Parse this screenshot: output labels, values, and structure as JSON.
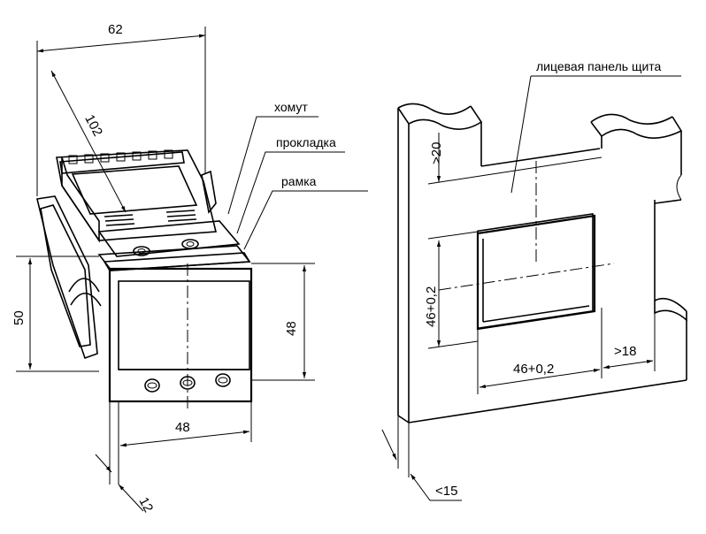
{
  "left_view": {
    "dim_width_top": "62",
    "dim_diagonal": "102",
    "dim_height_left": "50",
    "dim_front_height": "48",
    "dim_front_width": "48",
    "dim_depth": "12",
    "label_clamp": "хомут",
    "label_gasket": "прокладка",
    "label_frame": "рамка"
  },
  "right_view": {
    "label_panel": "лицевая панель щита",
    "dim_top_margin": ">20",
    "dim_cutout_height": "46+0,2",
    "dim_cutout_width": "46+0,2",
    "dim_side_margin": ">18",
    "dim_thickness": "<15"
  }
}
